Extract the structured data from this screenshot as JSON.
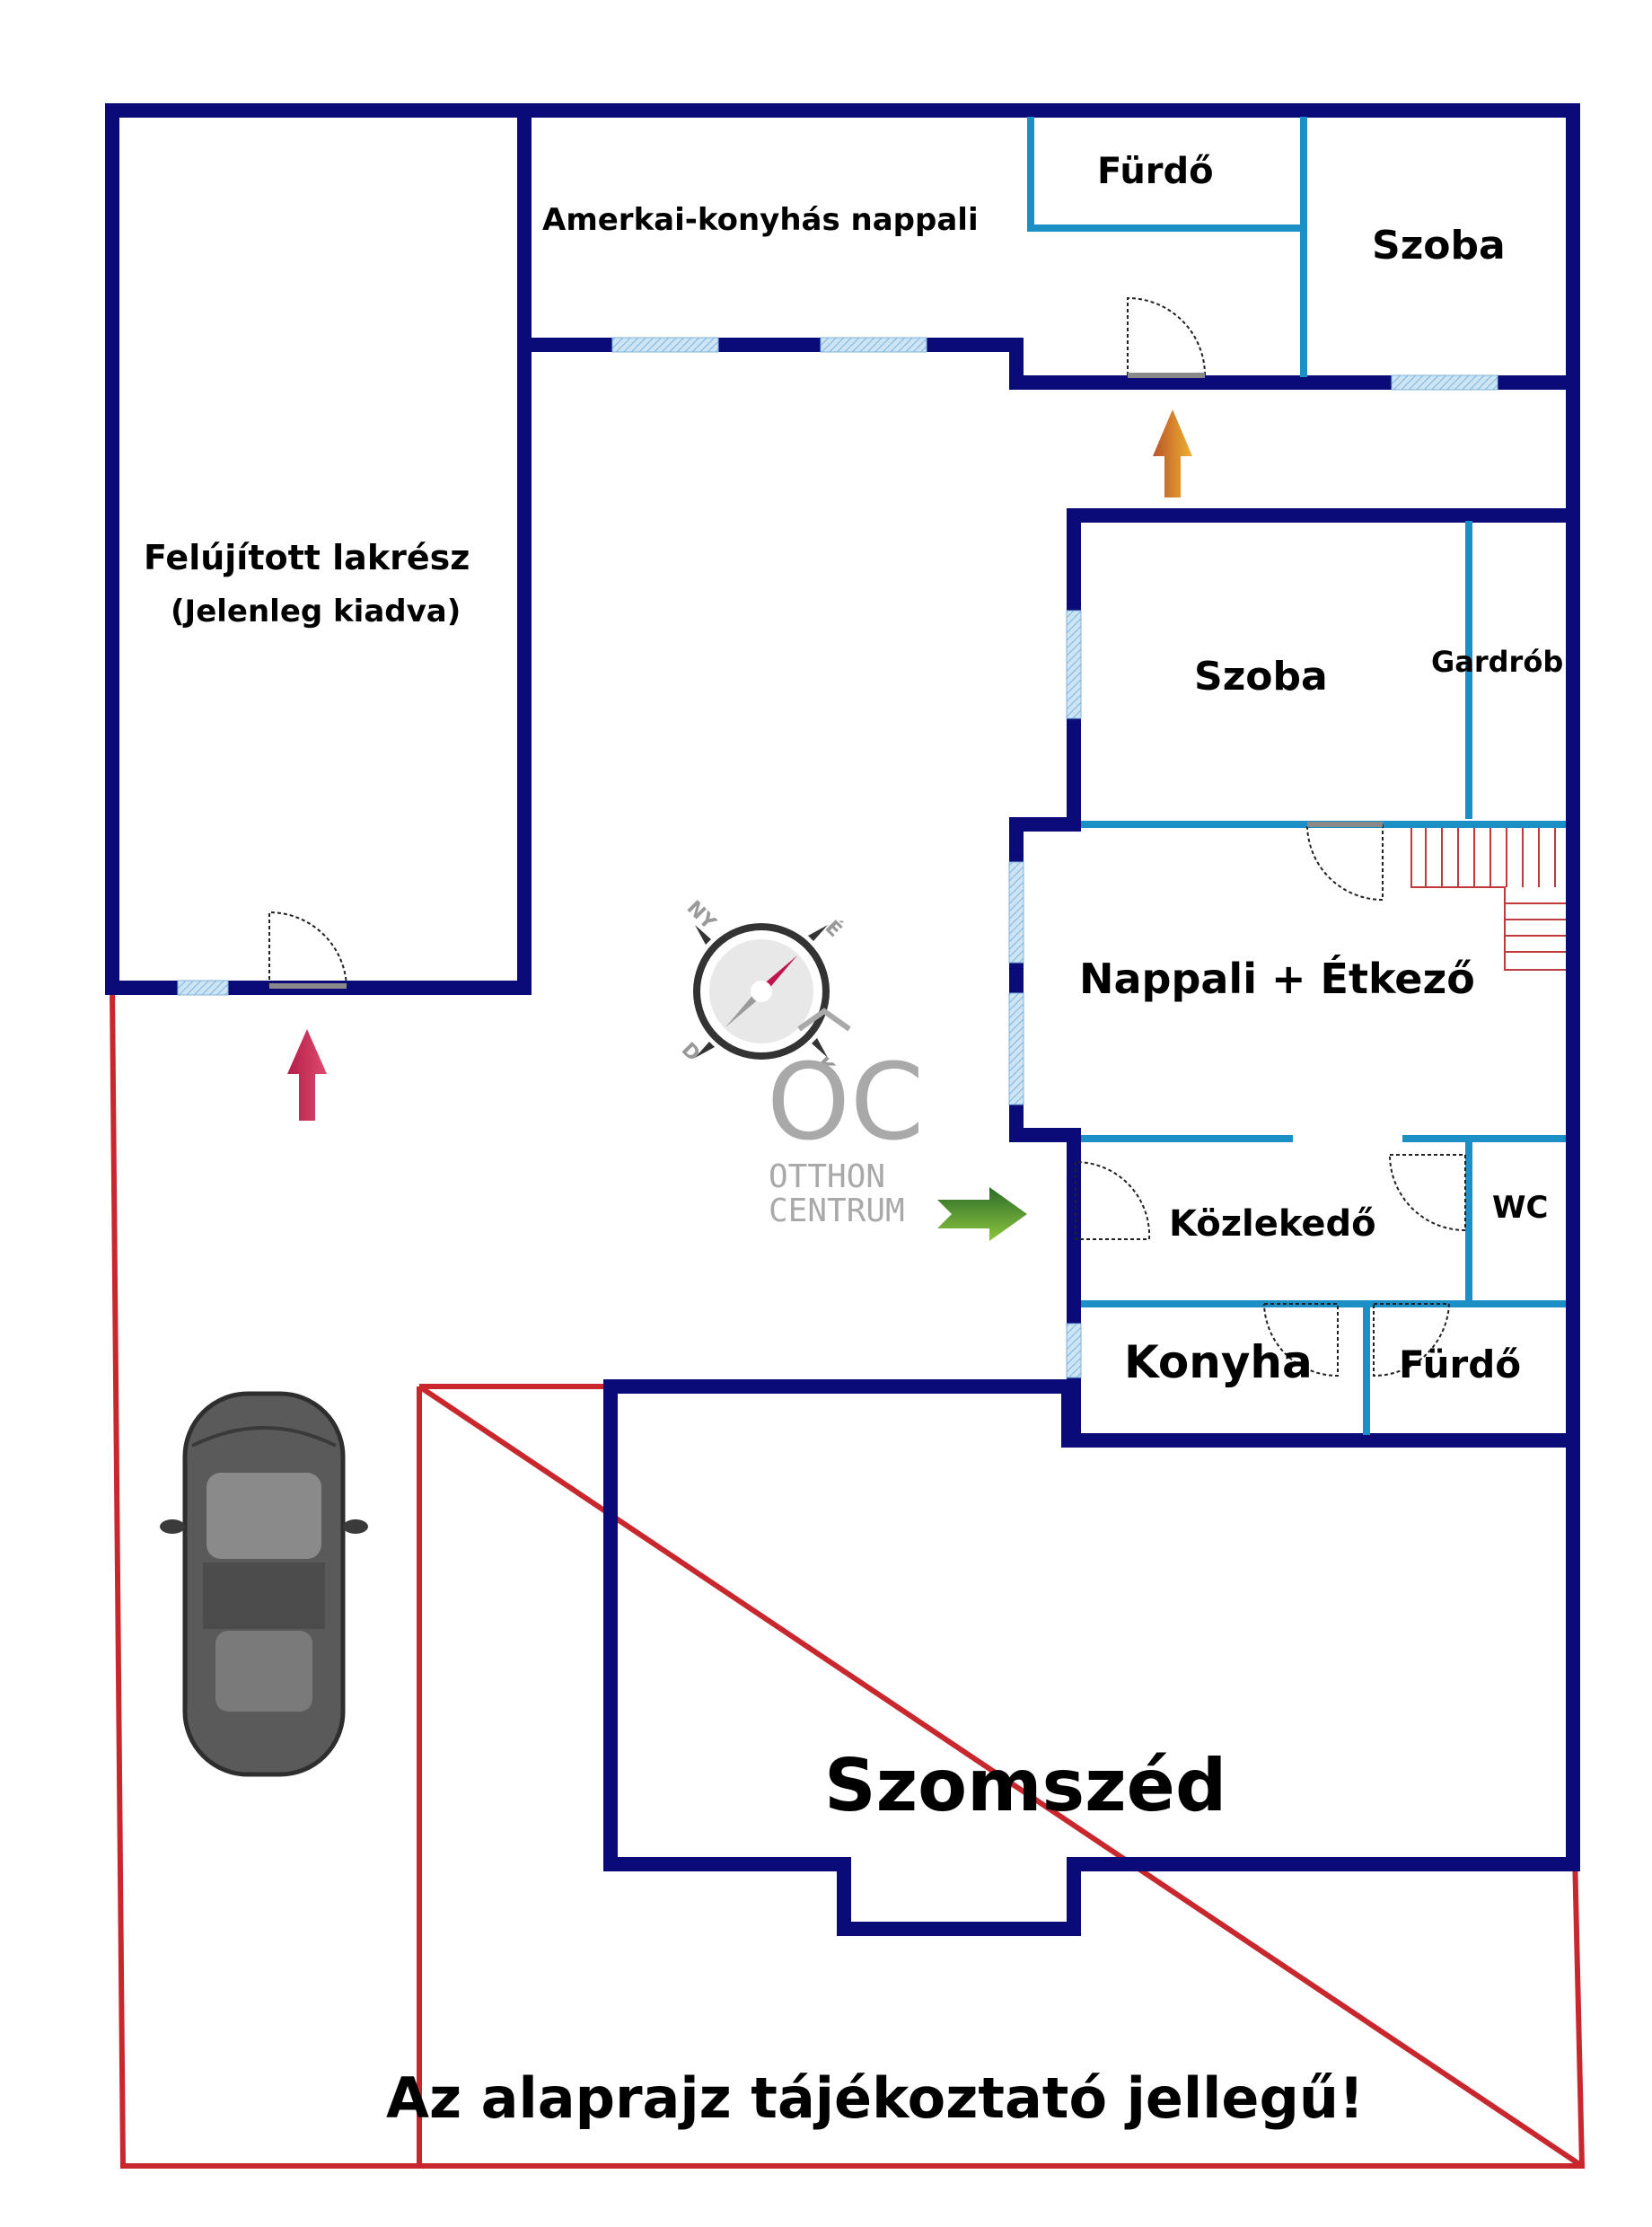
{
  "colors": {
    "outer_wall": "#0a0a78",
    "inner_wall": "#1c8fc7",
    "property_line": "#c8282d",
    "window": "#8ec3e6",
    "stairs": "#c0393b",
    "arrow_red": "#d6325a",
    "arrow_orange": "#e6902a",
    "arrow_green": "#5aa63a",
    "logo_gray": "#a9a9a9",
    "car_body": "#5a5a5a"
  },
  "rooms": {
    "living_kitchen_top": "Amerkai-konyhás nappali",
    "bathroom_top": "Fürdő",
    "room_top_right": "Szoba",
    "renovated_unit_line1": "Felújított lakrész",
    "renovated_unit_line2": "(Jelenleg kiadva)",
    "room_right": "Szoba",
    "wardrobe": "Gardrób",
    "living_dining": "Nappali + Étkező",
    "hallway": "Közlekedő",
    "wc": "WC",
    "kitchen": "Konyha",
    "bathroom_bottom": "Fürdő"
  },
  "neighbor": "Szomszéd",
  "disclaimer": "Az alaprajz tájékoztató jellegű!",
  "compass": {
    "north_label": "NY",
    "east_label": "É",
    "south_label": "D",
    "west_label": "K",
    "icon": "compass-icon"
  },
  "logo": {
    "mark": "OC",
    "line1": "OTTHON",
    "line2": "CENTRUM"
  },
  "icons": {
    "car": "car-icon",
    "entry_arrow_red": "arrow-up-icon",
    "entry_arrow_orange": "arrow-up-icon",
    "entry_arrow_green": "arrow-right-icon",
    "door": "door-swing-icon",
    "stairs": "stairs-icon"
  }
}
